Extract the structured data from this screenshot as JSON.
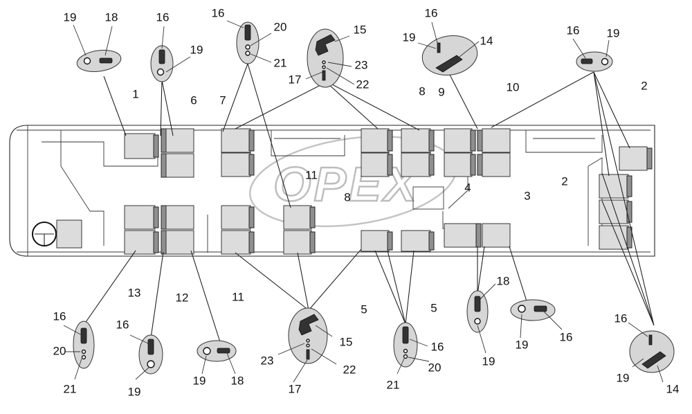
{
  "watermark": "OPEX",
  "callouts": {
    "c1": "1",
    "c2a": "2",
    "c2b": "2",
    "c3": "3",
    "c4": "4",
    "c5a": "5",
    "c5b": "5",
    "c6": "6",
    "c7": "7",
    "c8a": "8",
    "c8b": "8",
    "c9": "9",
    "c10": "10",
    "c11a": "11",
    "c11b": "11",
    "c12": "12",
    "c13": "13",
    "d1_19": "19",
    "d1_18": "18",
    "d2_16": "16",
    "d2_19": "19",
    "d3_16": "16",
    "d3_20": "20",
    "d3_21": "21",
    "d4_15": "15",
    "d4_23": "23",
    "d4_17": "17",
    "d4_22": "22",
    "d5_16": "16",
    "d5_19": "19",
    "d5_14": "14",
    "d6_16": "16",
    "d6_19": "19",
    "d7_16": "16",
    "d7_20": "20",
    "d7_21": "21",
    "d8_16": "16",
    "d8_19": "19",
    "d9_19": "19",
    "d9_18": "18",
    "d10_15": "15",
    "d10_23": "23",
    "d10_22": "22",
    "d10_17": "17",
    "d11_16": "16",
    "d11_21": "21",
    "d11_20": "20",
    "d12_18": "18",
    "d12_19": "19",
    "d13_19": "19",
    "d13_16": "16",
    "d14_16": "16",
    "d14_19": "19",
    "d14_14": "14"
  }
}
